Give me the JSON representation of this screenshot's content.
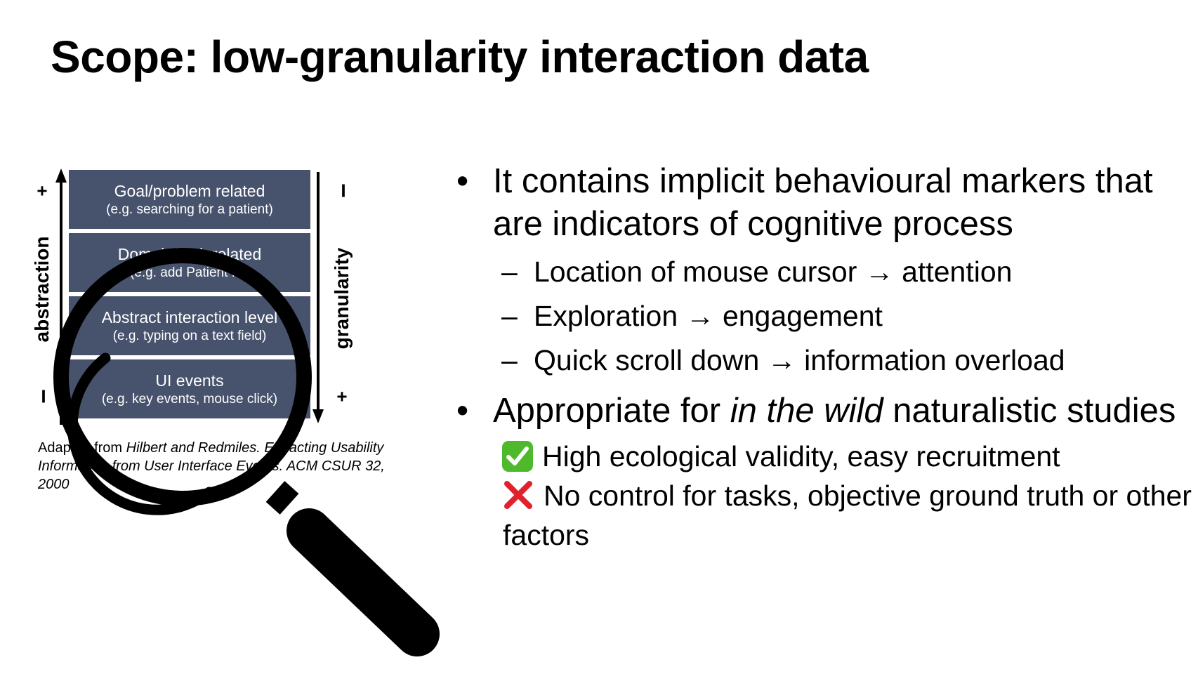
{
  "slide": {
    "title": "Scope: low-granularity interaction data"
  },
  "diagram": {
    "levels": [
      {
        "label": "Goal/problem related",
        "example": "(e.g. searching for a patient)"
      },
      {
        "label": "Domain/task related",
        "example": "(e.g. add Patient ID)"
      },
      {
        "label": "Abstract interaction level",
        "example": "(e.g. typing on a text field)"
      },
      {
        "label": "UI events",
        "example": "(e.g. key events, mouse click)"
      }
    ],
    "left_axis": {
      "label": "abstraction",
      "top_symbol": "+",
      "bottom_symbol": "I"
    },
    "right_axis": {
      "label": "granularity",
      "top_symbol": "I",
      "bottom_symbol": "+"
    },
    "caption": {
      "prefix": "Adapted from ",
      "citation": "Hilbert and Redmiles. Extracting Usability Information from User Interface Events. ACM CSUR 32, 2000"
    },
    "overlay_icon": "magnifying-glass-icon",
    "colors": {
      "level_fill": "#47536c",
      "level_text": "#ffffff"
    }
  },
  "bullets": {
    "b1": {
      "text": "It contains implicit behavioural markers that are indicators of cognitive process",
      "subs": [
        {
          "from": "Location of mouse cursor",
          "to": "attention"
        },
        {
          "from": "Exploration",
          "to": "engagement"
        },
        {
          "from": "Quick scroll down",
          "to": "information overload"
        }
      ]
    },
    "b2": {
      "pre": "Appropriate for ",
      "em": "in the wild",
      "post": " naturalistic studies",
      "pro": {
        "icon": "check-mark-icon",
        "text": "High ecological validity, easy recruitment"
      },
      "con": {
        "icon": "cross-mark-icon",
        "text": "No control for tasks, objective ground truth or other factors"
      }
    },
    "bullet_symbol": "•",
    "dash_symbol": "–",
    "arrow_symbol": "→"
  }
}
